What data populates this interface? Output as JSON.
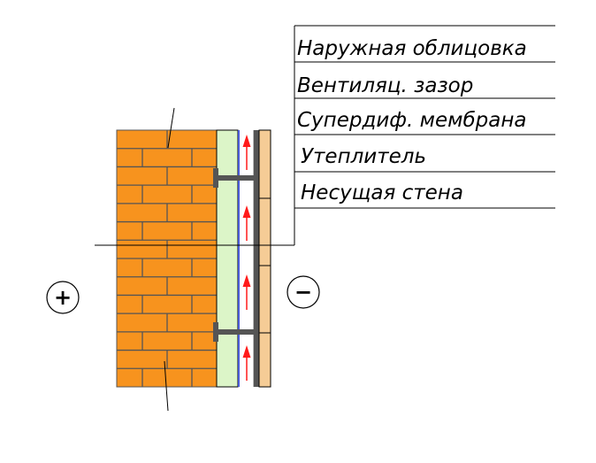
{
  "labels": [
    "Наружная облицовка",
    "Вентиляц. зазор",
    "Супердиф. мембрана",
    "Утеплитель",
    "Несущая стена"
  ],
  "signs": {
    "inside": "+",
    "outside": "−"
  },
  "colors": {
    "brick": "#f7931e",
    "mortar": "#555555",
    "insulation": "#dcf5c8",
    "membrane": "#4a5bd6",
    "rail": "#555555",
    "cladding": "#f5cc96",
    "airflow_arrow": "#ff1a1a"
  },
  "icons": {
    "airflow": "up-arrow-icon"
  }
}
